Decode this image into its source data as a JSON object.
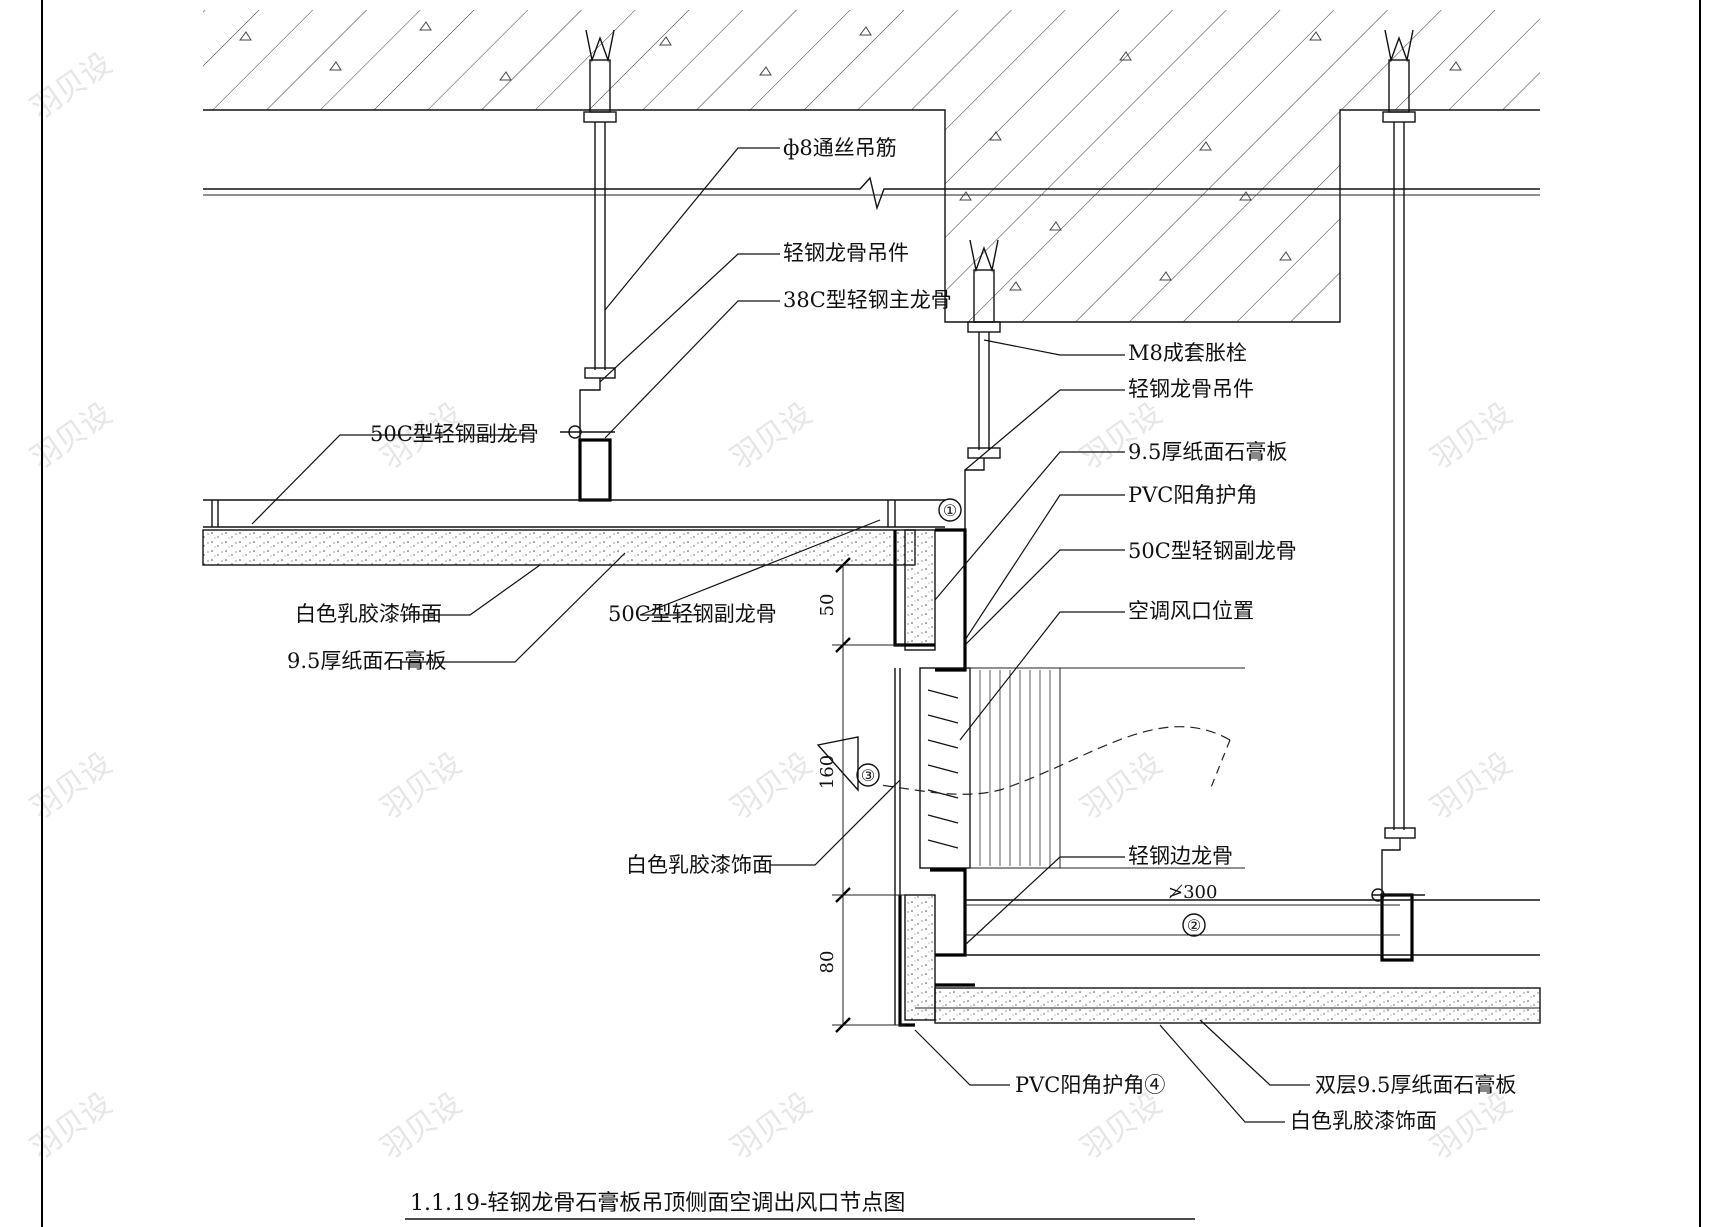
{
  "drawing": {
    "title": "1.1.19-轻钢龙骨石膏板吊顶侧面空调出风口节点图",
    "watermark": "羽贝设",
    "labels": {
      "rod": "ф8通丝吊筋",
      "hanger_left": "轻钢龙骨吊件",
      "main_keel": "38C型轻钢主龙骨",
      "bolt": "M8成套胀栓",
      "hanger_right": "轻钢龙骨吊件",
      "board_right": "9.5厚纸面石膏板",
      "pvc_corner": "PVC阳角护角",
      "sub_keel_right": "50C型轻钢副龙骨",
      "vent_position": "空调风口位置",
      "sub_keel_left": "50C型轻钢副龙骨",
      "sub_keel_mid": "50C型轻钢副龙骨",
      "paint_left": "白色乳胶漆饰面",
      "board_left": "9.5厚纸面石膏板",
      "paint_mid": "白色乳胶漆饰面",
      "edge_keel": "轻钢边龙骨",
      "pvc_corner4": "PVC阳角护角④",
      "double_board": "双层9.5厚纸面石膏板",
      "paint_bottom": "白色乳胶漆饰面"
    },
    "dimensions": {
      "d50": "50",
      "d160": "160",
      "d80": "80",
      "spacing": "≯300"
    },
    "markers": {
      "m1": "①",
      "m2": "②",
      "m3": "③"
    }
  }
}
